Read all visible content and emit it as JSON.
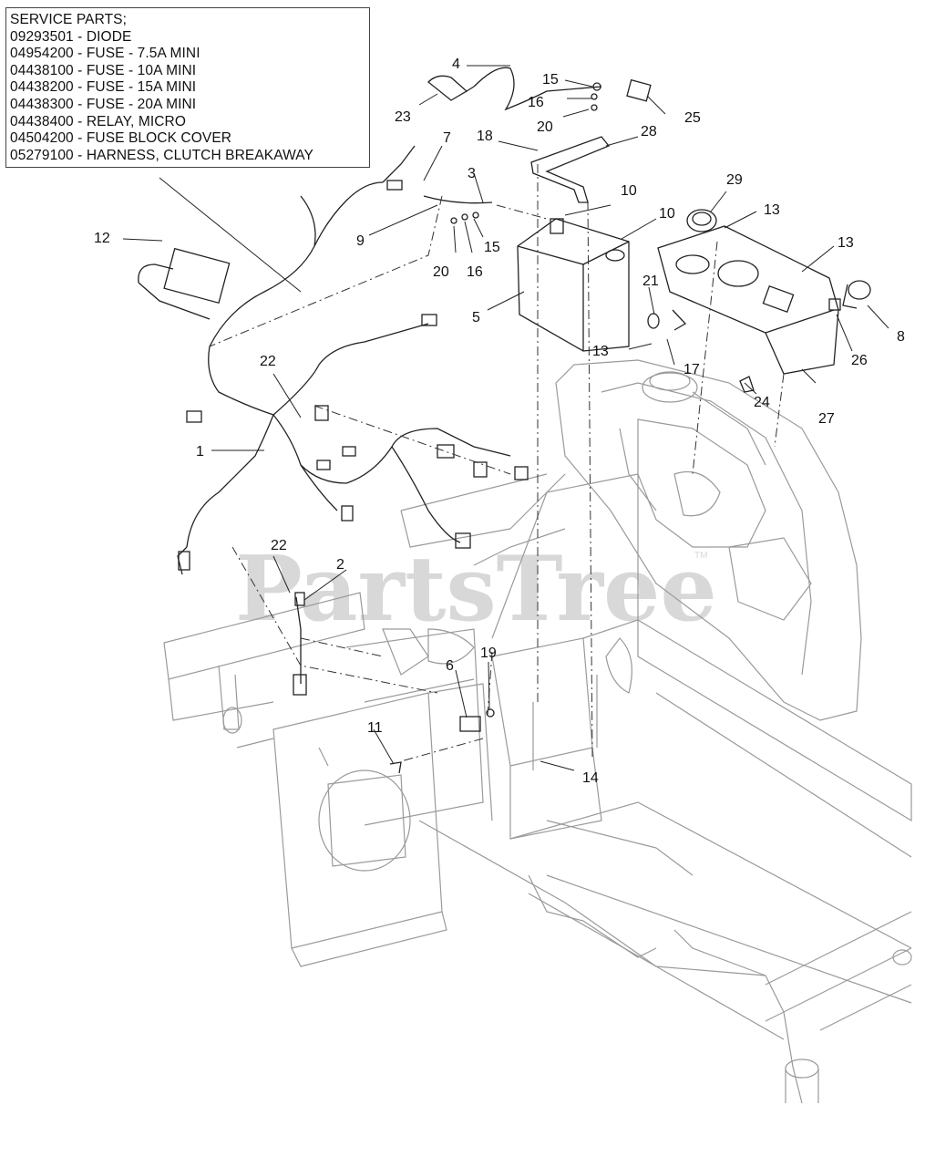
{
  "service_parts": {
    "title": "SERVICE PARTS;",
    "items": [
      "09293501 - DIODE",
      "04954200 - FUSE - 7.5A MINI",
      "04438100 - FUSE - 10A MINI",
      "04438200 - FUSE - 15A MINI",
      "04438300 - FUSE - 20A MINI",
      "04438400 - RELAY, MICRO",
      "04504200 - FUSE BLOCK COVER",
      "05279100 - HARNESS, CLUTCH BREAKAWAY"
    ]
  },
  "watermark": {
    "text": "PartsTree",
    "tm": "TM"
  },
  "callouts": {
    "c1": "1",
    "c2": "2",
    "c3": "3",
    "c4": "4",
    "c5": "5",
    "c6": "6",
    "c7": "7",
    "c8": "8",
    "c9": "9",
    "c10a": "10",
    "c10b": "10",
    "c11": "11",
    "c12": "12",
    "c13a": "13",
    "c13b": "13",
    "c13c": "13",
    "c14": "14",
    "c15a": "15",
    "c15b": "15",
    "c16a": "16",
    "c16b": "16",
    "c17": "17",
    "c18": "18",
    "c19": "19",
    "c20a": "20",
    "c20b": "20",
    "c21": "21",
    "c22a": "22",
    "c22b": "22",
    "c23": "23",
    "c24": "24",
    "c25": "25",
    "c26": "26",
    "c27": "27",
    "c28": "28",
    "c29": "29"
  }
}
